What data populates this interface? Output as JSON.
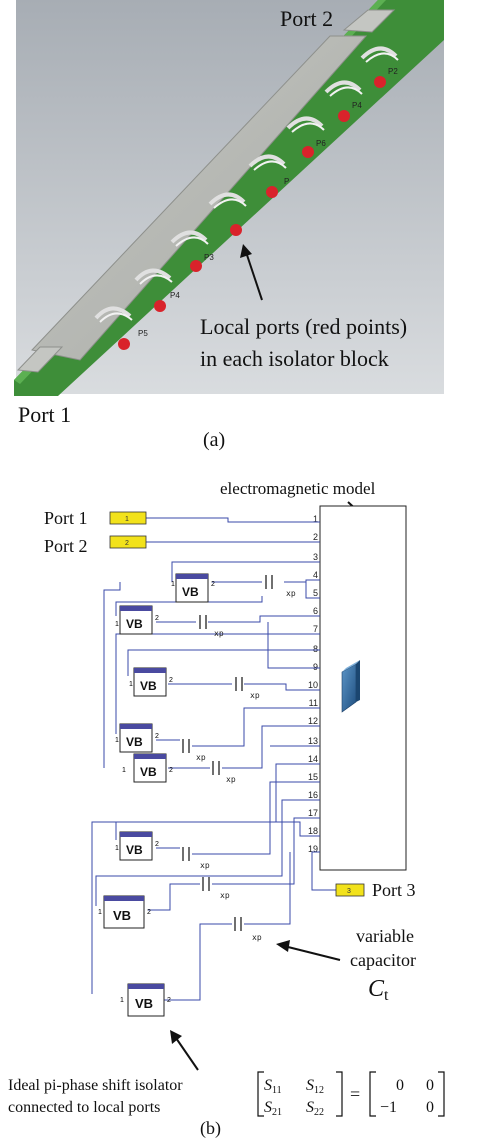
{
  "panel_a": {
    "port1_label": "Port 1",
    "port2_label": "Port 2",
    "local_ports_line1": "Local ports (red points)",
    "local_ports_line2": "in each isolator block",
    "caption": "(a)",
    "port_tags": [
      "P5",
      "P4",
      "P3",
      "P",
      "P6",
      "P4",
      "P2"
    ],
    "colors": {
      "background_top": "#a7adb4",
      "background_bottom": "#d7dadd",
      "strip": "#b8bab6",
      "substrate": "#3f8f3a",
      "port_marker": "#d9232b"
    }
  },
  "panel_b": {
    "em_model_label": "electromagnetic model",
    "port1_label": "Port 1",
    "port2_label": "Port 2",
    "port3_label": "Port 3",
    "term1_tag": "1",
    "term2_tag": "2",
    "term3_tag": "3",
    "pin_numbers": [
      "1",
      "2",
      "3",
      "4",
      "5",
      "6",
      "7",
      "8",
      "9",
      "10",
      "11",
      "12",
      "13",
      "14",
      "15",
      "16",
      "17",
      "18",
      "19"
    ],
    "vb_label": "VB",
    "vb_pin_left": "1",
    "vb_pin_right": "2",
    "cap_label": "xp",
    "variable_capacitor_line1": "variable",
    "variable_capacitor_line2": "capacitor",
    "variable_capacitor_symbol": "C",
    "variable_capacitor_subscript": "t",
    "isolator_line1": "Ideal pi-phase shift isolator",
    "isolator_line2": "connected to local ports",
    "matrix": {
      "s11": "S",
      "s11_sub": "11",
      "s12": "S",
      "s12_sub": "12",
      "s21": "S",
      "s21_sub": "21",
      "s22": "S",
      "s22_sub": "22",
      "equals": "=",
      "r1c1": "0",
      "r1c2": "0",
      "r2c1": "−1",
      "r2c2": "0"
    },
    "caption": "(b)",
    "colors": {
      "wire": "#3a4aa8",
      "terminal": "#f2e21b",
      "vb_header": "#4a4aa0",
      "em_icon": "#2f6aa3"
    }
  }
}
